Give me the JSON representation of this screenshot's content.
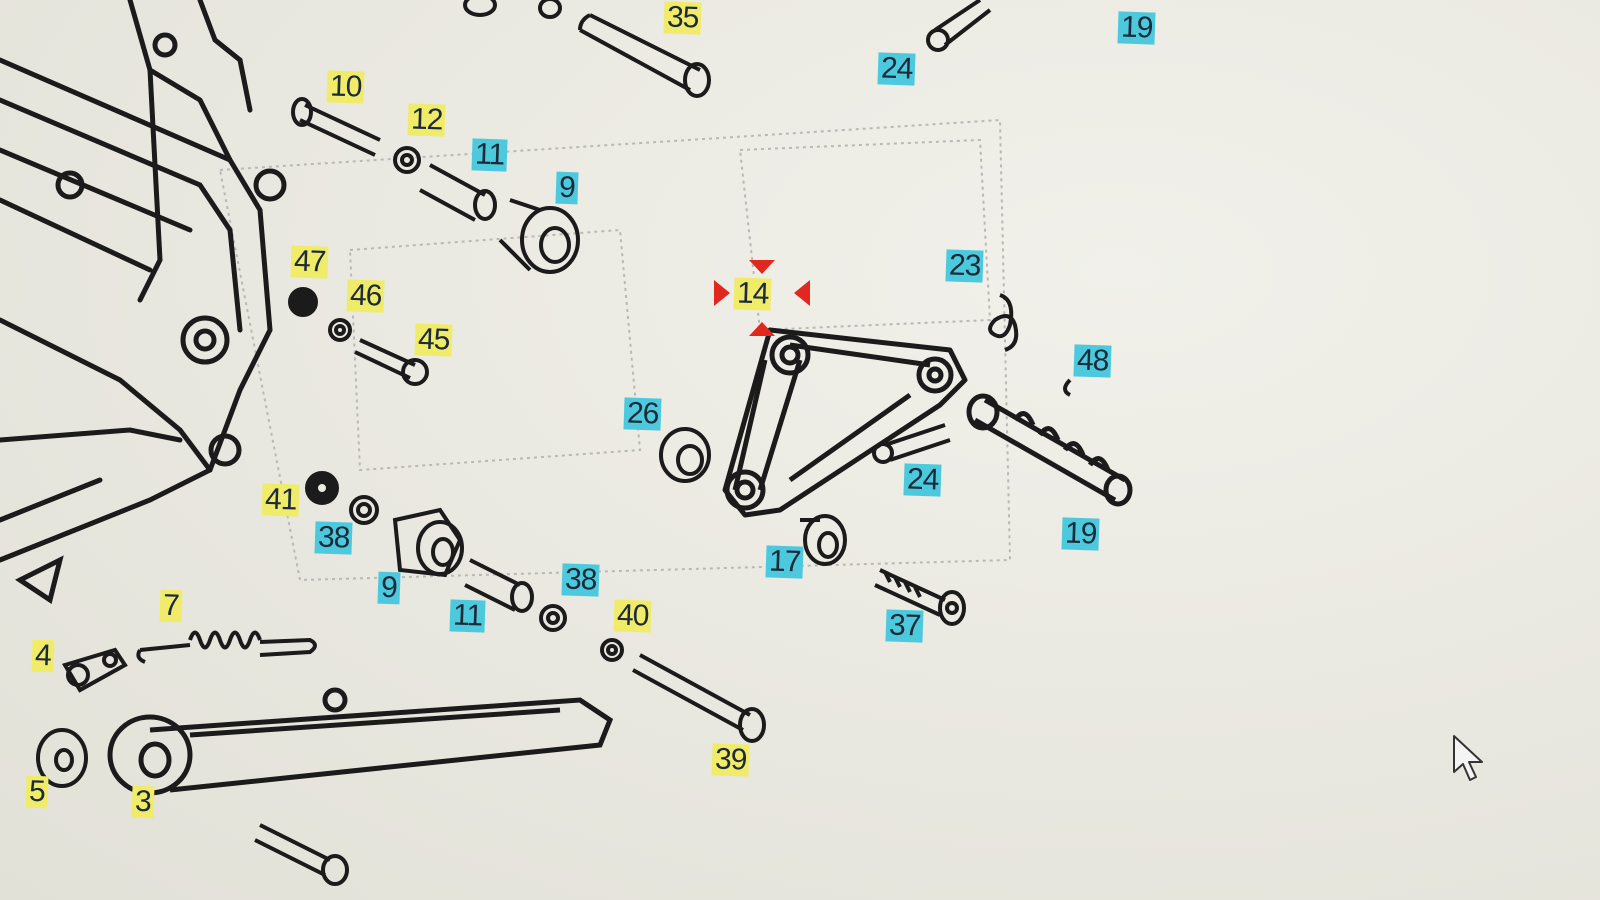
{
  "diagram": {
    "callouts": [
      {
        "id": "35",
        "color": "yellow"
      },
      {
        "id": "24",
        "color": "cyan"
      },
      {
        "id": "19",
        "color": "cyan"
      },
      {
        "id": "10",
        "color": "yellow"
      },
      {
        "id": "12",
        "color": "yellow"
      },
      {
        "id": "11",
        "color": "cyan"
      },
      {
        "id": "9",
        "color": "cyan"
      },
      {
        "id": "47",
        "color": "yellow"
      },
      {
        "id": "46",
        "color": "yellow"
      },
      {
        "id": "45",
        "color": "yellow"
      },
      {
        "id": "23",
        "color": "cyan"
      },
      {
        "id": "14",
        "color": "yellow",
        "selected": true
      },
      {
        "id": "48",
        "color": "cyan"
      },
      {
        "id": "26",
        "color": "cyan"
      },
      {
        "id": "24",
        "color": "cyan"
      },
      {
        "id": "19",
        "color": "cyan"
      },
      {
        "id": "41",
        "color": "yellow"
      },
      {
        "id": "38",
        "color": "cyan"
      },
      {
        "id": "9",
        "color": "cyan"
      },
      {
        "id": "11",
        "color": "cyan"
      },
      {
        "id": "38",
        "color": "cyan"
      },
      {
        "id": "17",
        "color": "cyan"
      },
      {
        "id": "37",
        "color": "cyan"
      },
      {
        "id": "7",
        "color": "yellow"
      },
      {
        "id": "40",
        "color": "yellow"
      },
      {
        "id": "4",
        "color": "yellow"
      },
      {
        "id": "5",
        "color": "yellow"
      },
      {
        "id": "3",
        "color": "yellow"
      },
      {
        "id": "39",
        "color": "yellow"
      }
    ]
  },
  "colors": {
    "yellow_label": "#f0ec6a",
    "cyan_label": "#4cc9dc",
    "line": "#1b1b1b",
    "selection": "#e0281e"
  },
  "icons": {
    "cursor": "mouse-pointer-icon",
    "selection": "selection-marker-icon"
  }
}
